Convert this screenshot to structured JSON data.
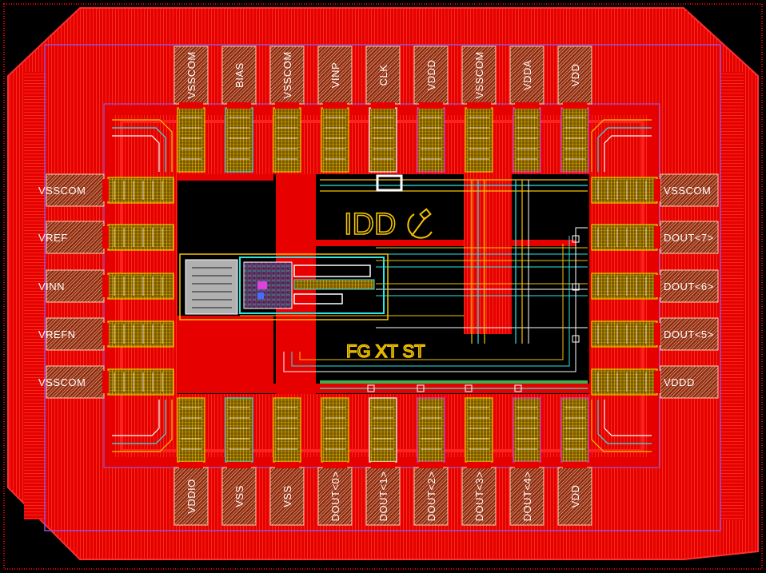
{
  "view": {
    "background": "#000000",
    "colors": {
      "metal_fill": "#e60000",
      "metal_line": "#ff2a2a",
      "pad_hatch": "#f2a07a",
      "ring_outline": "#9b4fd0",
      "yellow_wire": "#f5c400",
      "cyan_wire": "#2ee6e6",
      "magenta_wire": "#e040e0",
      "white_wire": "#ffffff",
      "green_wire": "#3fae4f",
      "grey_block": "#c8c8c8",
      "blue_via": "#4b6bff"
    }
  },
  "pads": {
    "top": [
      {
        "id": "t1",
        "label": "VSSCOM"
      },
      {
        "id": "t2",
        "label": "BIAS"
      },
      {
        "id": "t3",
        "label": "VSSCOM"
      },
      {
        "id": "t4",
        "label": "VINP"
      },
      {
        "id": "t5",
        "label": "CLK"
      },
      {
        "id": "t6",
        "label": "VDDD"
      },
      {
        "id": "t7",
        "label": "VSSCOM"
      },
      {
        "id": "t8",
        "label": "VDDA"
      },
      {
        "id": "t9",
        "label": "VDD"
      }
    ],
    "left": [
      {
        "id": "l1",
        "label": "VSSCOM"
      },
      {
        "id": "l2",
        "label": "VREF"
      },
      {
        "id": "l3",
        "label": "VINN"
      },
      {
        "id": "l4",
        "label": "VREFN"
      },
      {
        "id": "l5",
        "label": "VSSCOM"
      }
    ],
    "right": [
      {
        "id": "r1",
        "label": "VSSCOM"
      },
      {
        "id": "r2",
        "label": "DOUT<7>"
      },
      {
        "id": "r3",
        "label": "DOUT<6>"
      },
      {
        "id": "r4",
        "label": "DOUT<5>"
      },
      {
        "id": "r5",
        "label": "VDDD"
      }
    ],
    "bottom": [
      {
        "id": "b1",
        "label": "VDDIO"
      },
      {
        "id": "b2",
        "label": "VSS"
      },
      {
        "id": "b3",
        "label": "VSS"
      },
      {
        "id": "b4",
        "label": "DOUT<0>"
      },
      {
        "id": "b5",
        "label": "DOUT<1>"
      },
      {
        "id": "b6",
        "label": "DOUT<2>"
      },
      {
        "id": "b7",
        "label": "DOUT<3>"
      },
      {
        "id": "b8",
        "label": "DOUT<4>"
      },
      {
        "id": "b9",
        "label": "VDD"
      }
    ]
  },
  "chip_markings": {
    "logo_text": "IDD",
    "team_text": "FG XT ST"
  }
}
